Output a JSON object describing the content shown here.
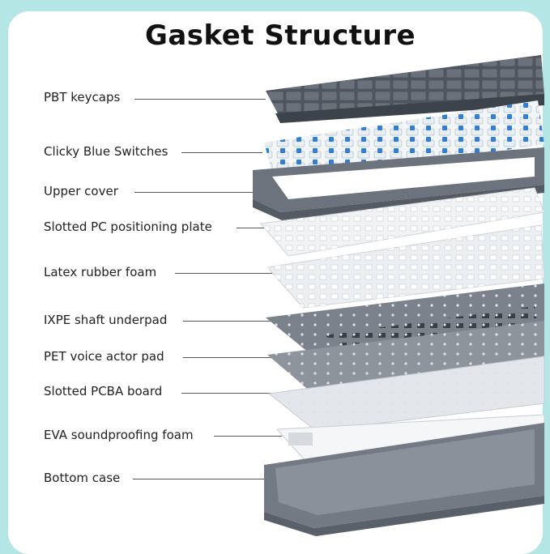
{
  "title": "Gasket Structure",
  "labels": [
    "PBT keycaps",
    "Clicky Blue Switches",
    "Upper cover",
    "Slotted PC positioning plate",
    "Latex rubber foam",
    "IXPE shaft underpad",
    "PET voice actor pad",
    "Slotted PCBA board",
    "EVA soundproofing foam",
    "Bottom case"
  ],
  "colors": {
    "background": "#b4e6e6",
    "keycap": "#5f6670",
    "switch_stem": "#2f7fd6",
    "case": "#6c737c"
  }
}
